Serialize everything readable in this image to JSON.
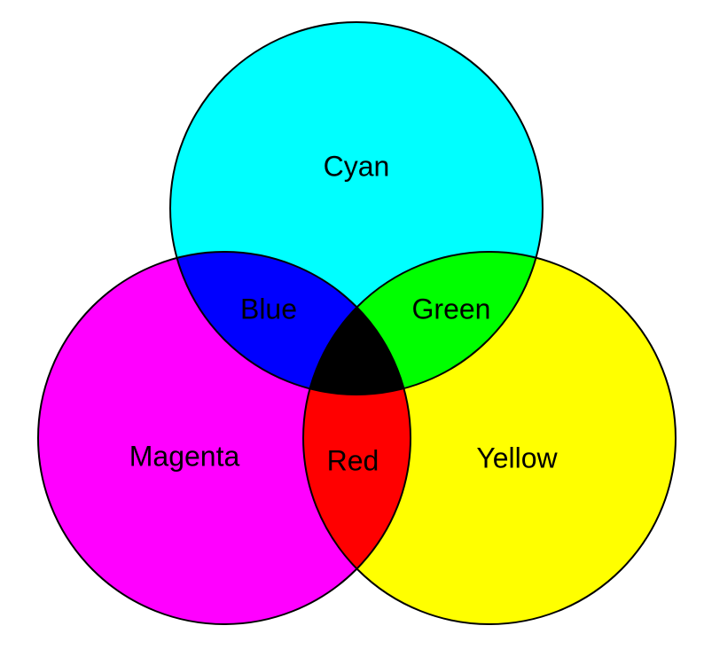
{
  "regions": {
    "cyan": {
      "label": "Cyan",
      "color": "#00FFFF"
    },
    "magenta": {
      "label": "Magenta",
      "color": "#FF00FF"
    },
    "yellow": {
      "label": "Yellow",
      "color": "#FFFF00"
    },
    "blue": {
      "label": "Blue",
      "color": "#0000FF"
    },
    "green": {
      "label": "Green",
      "color": "#00FF00"
    },
    "red": {
      "label": "Red",
      "color": "#FF0000"
    },
    "center": {
      "color": "#000000"
    }
  }
}
